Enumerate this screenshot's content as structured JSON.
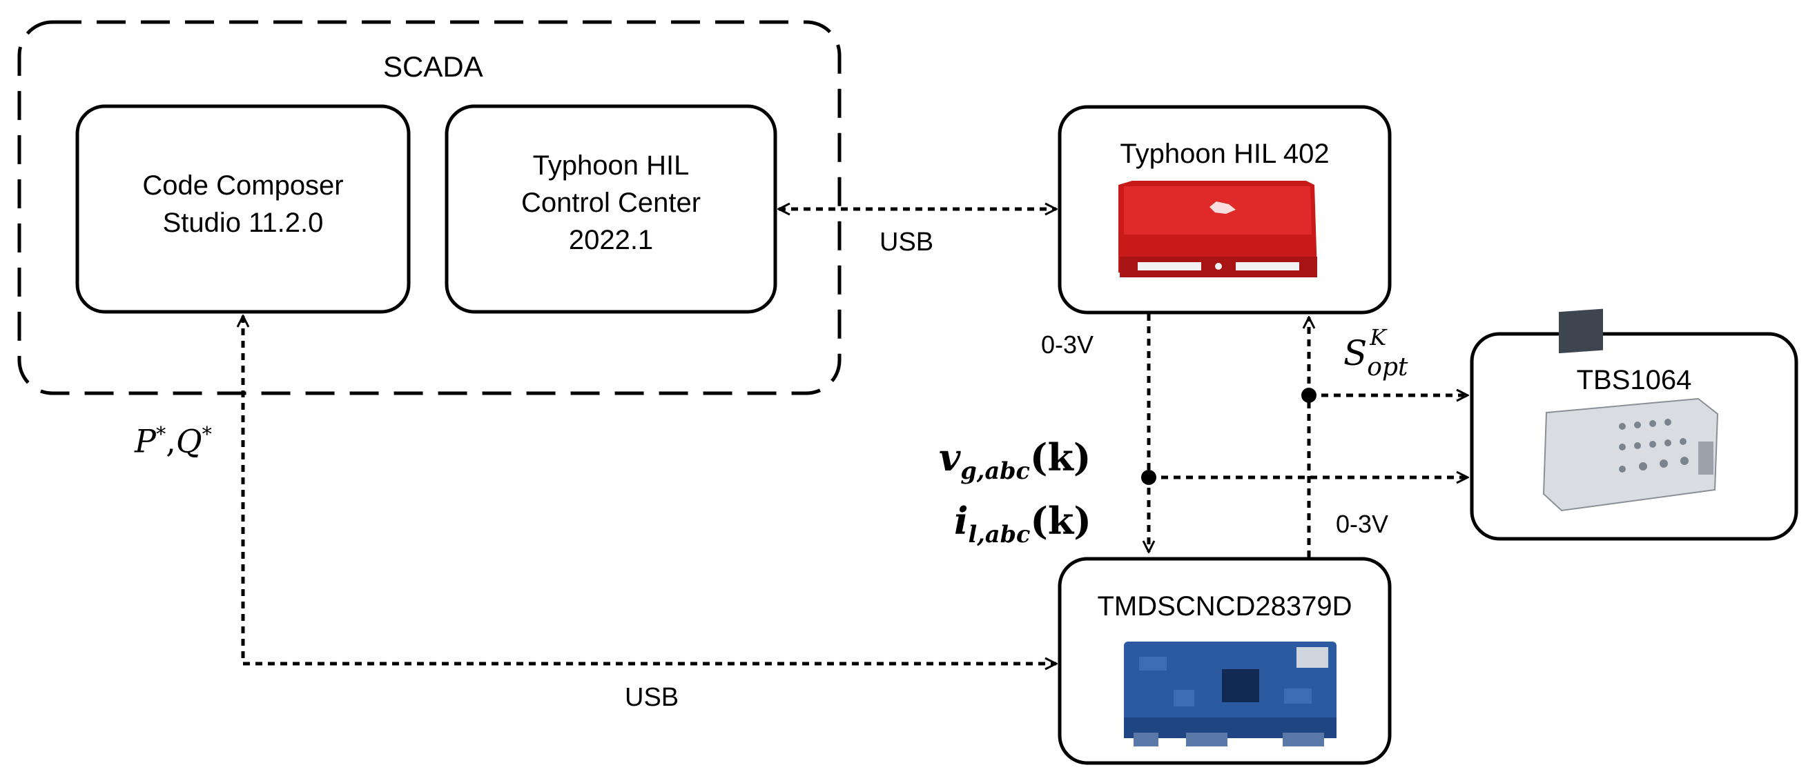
{
  "groups": {
    "scada": {
      "label": "SCADA"
    }
  },
  "blocks": {
    "ccs": {
      "lines": [
        "Code Composer",
        "Studio 11.2.0"
      ]
    },
    "hcc": {
      "lines": [
        "Typhoon HIL",
        "Control Center",
        "2022.1"
      ]
    },
    "hil": {
      "label": "Typhoon HIL 402"
    },
    "tbs": {
      "label": "TBS1064"
    },
    "tmd": {
      "label": "TMDSCNCD28379D"
    }
  },
  "connections": {
    "usb_top": "USB",
    "usb_bottom": "USB",
    "hil_out_voltage": "0-3V",
    "tmd_out_voltage": "0-3V"
  },
  "signals": {
    "setpoints": {
      "p": "P",
      "p_sup": "*",
      "sep": ",",
      "q": "Q",
      "q_sup": "*"
    },
    "vg": {
      "base": "v",
      "sub": "g,abc",
      "arg": "(k)"
    },
    "il": {
      "base": "i",
      "sub": "l,abc",
      "arg": "(k)"
    },
    "sopt": {
      "base": "S",
      "sub": "opt",
      "sup": "K"
    }
  },
  "colors": {
    "hil_red": "#cc1b1b",
    "board_blue": "#2c5aa0"
  }
}
